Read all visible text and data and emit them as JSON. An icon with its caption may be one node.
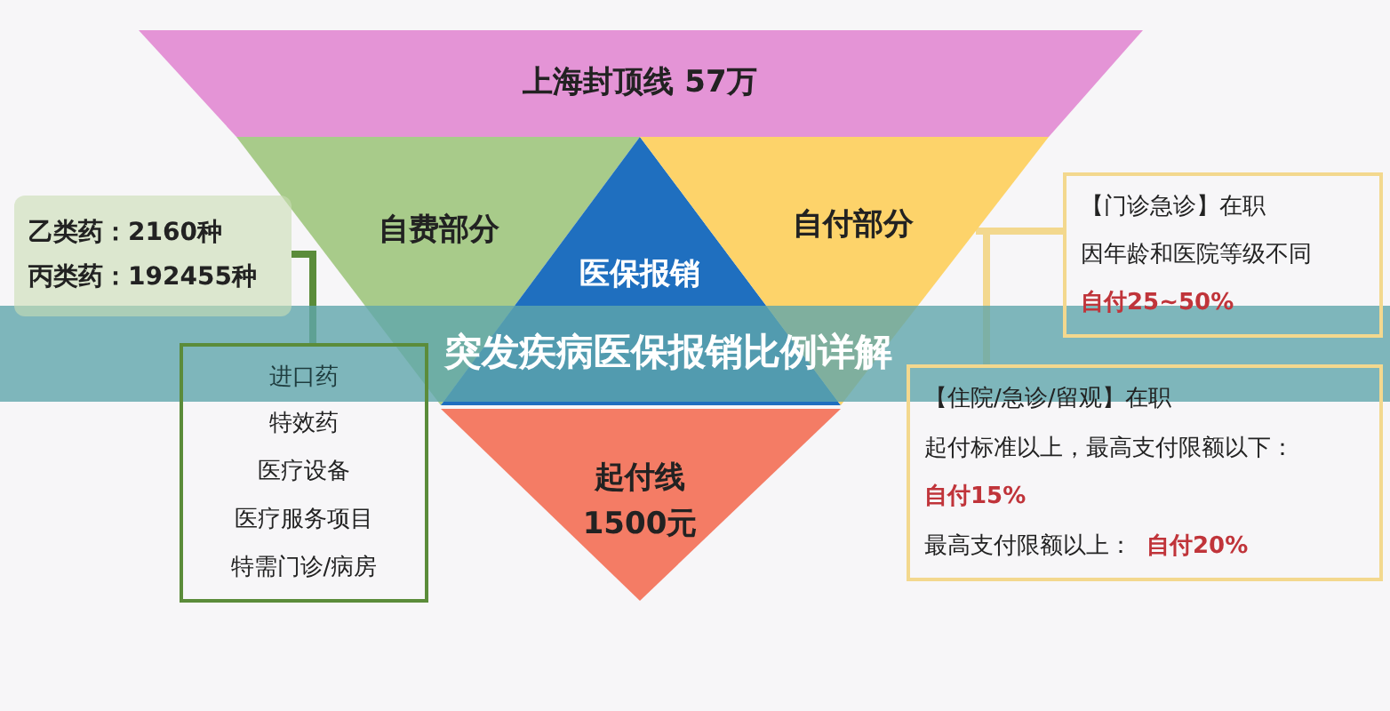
{
  "diagram": {
    "title": "突发疾病医保报销比例详解",
    "nodes": [
      {
        "text": [
          "上海封顶线 57万"
        ]
      },
      {
        "text": [
          "自费部分"
        ]
      },
      {
        "text": [
          "医保报销"
        ]
      },
      {
        "text": [
          "自付部分"
        ]
      },
      {
        "text": [
          "起付线 1500元"
        ]
      },
      {
        "text": [
          "乙类药：2160种",
          "丙类药：192455种"
        ]
      },
      {
        "text": [
          "进口药",
          "特效药",
          "医疗设备",
          "医疗服务项目",
          "特需门诊/病房"
        ]
      },
      {
        "text": [
          "【门诊急诊】在职",
          "因年龄和医院等级不同",
          "自付25~50%"
        ]
      },
      {
        "text": [
          "【住院/急诊/留观】在职",
          "起付标准以上，最高支付限额以下：",
          "自付15%",
          "最高支付限额以上：",
          "自付20%"
        ]
      }
    ],
    "edges": [
      {
        "from": 5,
        "to": 6,
        "arrow": "none",
        "color": "#5b8c3a"
      },
      {
        "from": 3,
        "to": 7,
        "arrow": "none",
        "color": "#f3d88e"
      },
      {
        "from": 3,
        "to": 8,
        "arrow": "none",
        "color": "#f3d88e"
      }
    ]
  }
}
